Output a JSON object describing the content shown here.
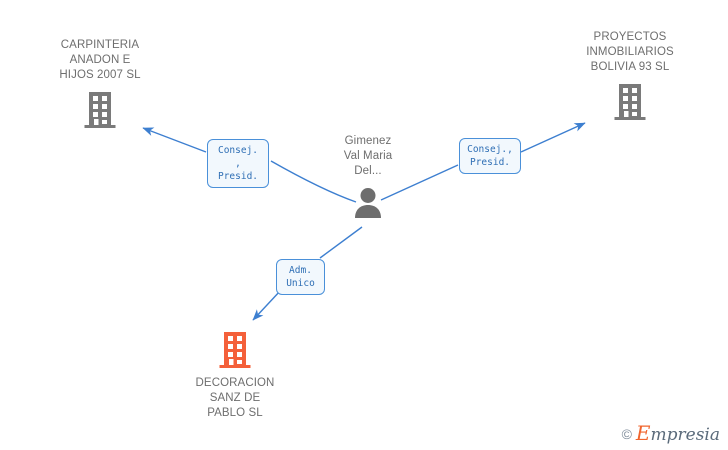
{
  "diagram": {
    "type": "relationship-graph",
    "title": "",
    "center_person": {
      "name": "Gimenez\nVal Maria\nDel...",
      "icon": "person-icon",
      "color": "#6e6e6e"
    },
    "companies": [
      {
        "id": "carpinteria",
        "name": "CARPINTERIA\nANADON E\nHIJOS 2007 SL",
        "icon": "building-icon",
        "color": "#7a7a7a",
        "highlighted": false,
        "label_position": "above"
      },
      {
        "id": "proyectos",
        "name": "PROYECTOS\nINMOBILIARIOS\nBOLIVIA 93 SL",
        "icon": "building-icon",
        "color": "#7a7a7a",
        "highlighted": false,
        "label_position": "above"
      },
      {
        "id": "decoracion",
        "name": "DECORACION\nSANZ DE\nPABLO SL",
        "icon": "building-icon",
        "color": "#f4603a",
        "highlighted": true,
        "label_position": "below"
      }
    ],
    "edges": [
      {
        "id": "edge-left",
        "from": "center_person",
        "to": "carpinteria",
        "label": "Consej. ,\nPresid.",
        "color": "#3d7fd0",
        "arrow": "to-company"
      },
      {
        "id": "edge-right",
        "from": "center_person",
        "to": "proyectos",
        "label": "Consej.,\nPresid.",
        "color": "#3d7fd0",
        "arrow": "to-company"
      },
      {
        "id": "edge-bottom",
        "from": "center_person",
        "to": "decoracion",
        "label": "Adm.\nUnico",
        "color": "#3d7fd0",
        "arrow": "to-company"
      }
    ],
    "colors": {
      "edge": "#3d7fd0",
      "label_border": "#4a90d9",
      "label_fill": "#f2f8fd",
      "label_text": "#2f6fb5",
      "node_text": "#6e6e6e",
      "company_gray": "#7a7a7a",
      "company_highlight": "#f4603a",
      "background": "#ffffff"
    }
  },
  "watermark": {
    "copyright": "©",
    "brand_initial": "E",
    "brand_rest": "mpresia"
  }
}
